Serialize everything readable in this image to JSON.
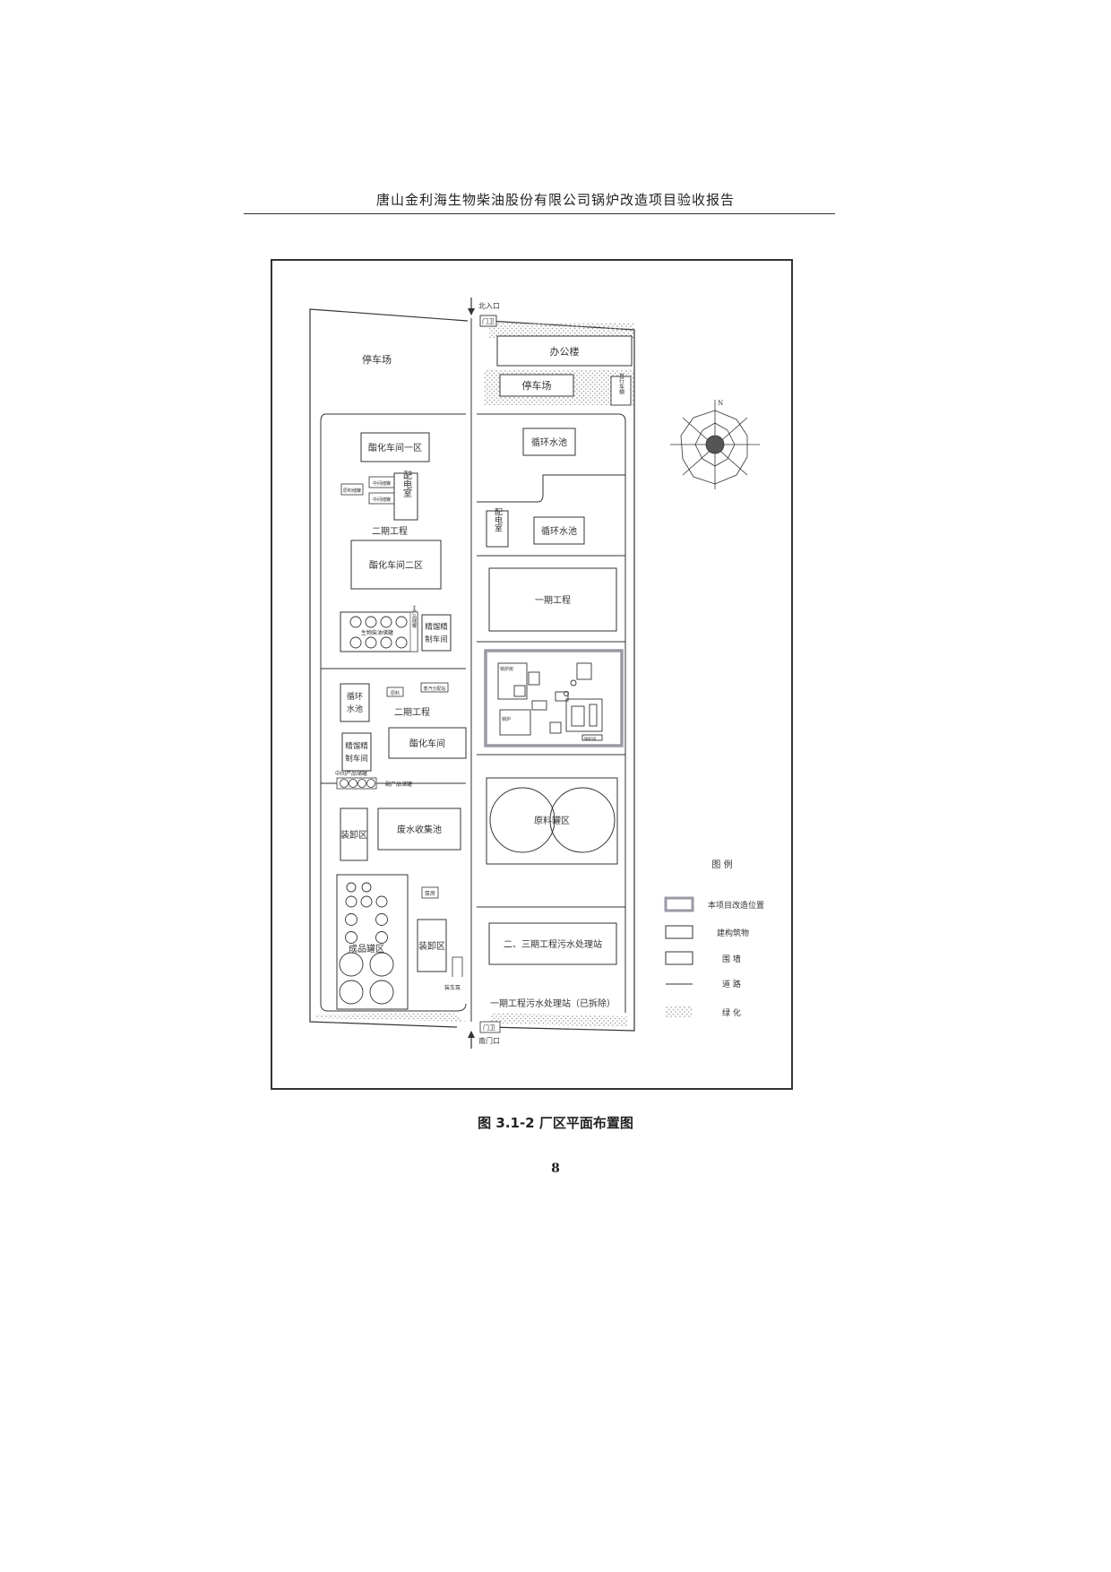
{
  "header": {
    "title": "唐山金利海生物柴油股份有限公司锅炉改造项目验收报告"
  },
  "caption": "图 3.1-2  厂区平面布置图",
  "page_number": "8",
  "plan": {
    "north_gate": "北入口",
    "south_gate": "南门口",
    "guard_north": "门卫",
    "guard_south": "门卫",
    "parking_west": "停车场",
    "office": "办公楼",
    "parking_east": "停车场",
    "bike_shed": "自行车棚",
    "esterification_1": "酯化车间一区",
    "small_tank_a": "原料储罐",
    "small_tank_b": "中间储罐",
    "small_tank_c": "中间储罐",
    "small_tank_d": "原料",
    "power_room_1": "配电室",
    "phase2_label": "二期工程",
    "esterification_2": "酯化车间二区",
    "biodiesel_tanks": "生物柴油储罐",
    "distill_1_side": "主产品储罐",
    "distill_1": "精馏精制车间",
    "circ_pool_w": "循环水池",
    "phase3_label": "二期工程",
    "esterification_3": "酯化车间",
    "small_c1": "原料",
    "small_c2": "蒸汽分配站",
    "distill_2": "精馏精制车间",
    "mid_tanks_label": "中间产品储罐",
    "side_product_label": "副产品储罐",
    "unload_1": "装卸区",
    "waste_pool": "废水收集池",
    "product_tank_area": "成品罐区",
    "pump_small": "泵房",
    "unload_2": "装卸区",
    "loading_pump": "装车泵",
    "circ_pool_e1": "循环水池",
    "power_room_2": "配电室",
    "circ_pool_e2": "循环水池",
    "phase1": "一期工程",
    "raw_tank_area": "原料罐区",
    "wwtp_23": "二、三期工程污水处理站",
    "wwtp_1": "一期工程污水处理站（已拆除）",
    "boiler_room_label": "锅炉房",
    "boiler_a": "锅炉",
    "boiler_b": "锅炉房",
    "compass_n": "N"
  },
  "legend": {
    "title": "图  例",
    "items": [
      {
        "label": "本项目改造位置"
      },
      {
        "label": "建构筑物"
      },
      {
        "label": "围    墙"
      },
      {
        "label": "道    路"
      },
      {
        "label": "绿    化"
      }
    ]
  },
  "colors": {
    "ink": "#333333",
    "highlight": "#9a9aa6",
    "green_dots": "#aaaaaa"
  }
}
